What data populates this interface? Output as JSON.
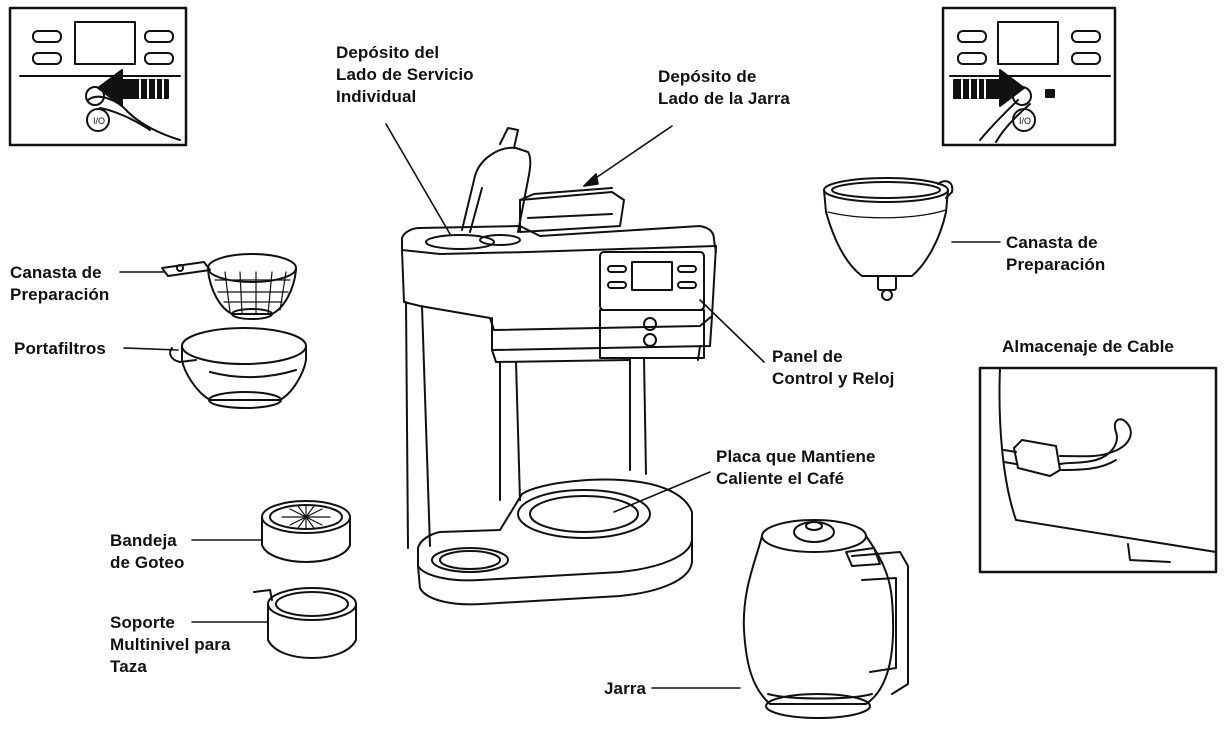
{
  "diagram": {
    "labels": {
      "single_serve_reservoir": [
        "Depósito del",
        "Lado de Servicio",
        "Individual"
      ],
      "carafe_reservoir": [
        "Depósito de",
        "Lado de la Jarra"
      ],
      "brew_basket_left": [
        "Canasta de",
        "Preparación"
      ],
      "filter_holder": [
        "Portafiltros"
      ],
      "brew_basket_right": [
        "Canasta de",
        "Preparación"
      ],
      "cord_storage": [
        "Almacenaje de Cable"
      ],
      "control_panel": [
        "Panel de",
        "Control y Reloj"
      ],
      "warming_plate": [
        "Placa que Mantiene",
        "Caliente el Café"
      ],
      "drip_tray": [
        "Bandeja",
        "de Goteo"
      ],
      "cup_rest": [
        "Soporte",
        "Multinivel para",
        "Taza"
      ],
      "carafe": [
        "Jarra"
      ]
    },
    "colors": {
      "line": "#111111",
      "background": "#ffffff"
    }
  }
}
